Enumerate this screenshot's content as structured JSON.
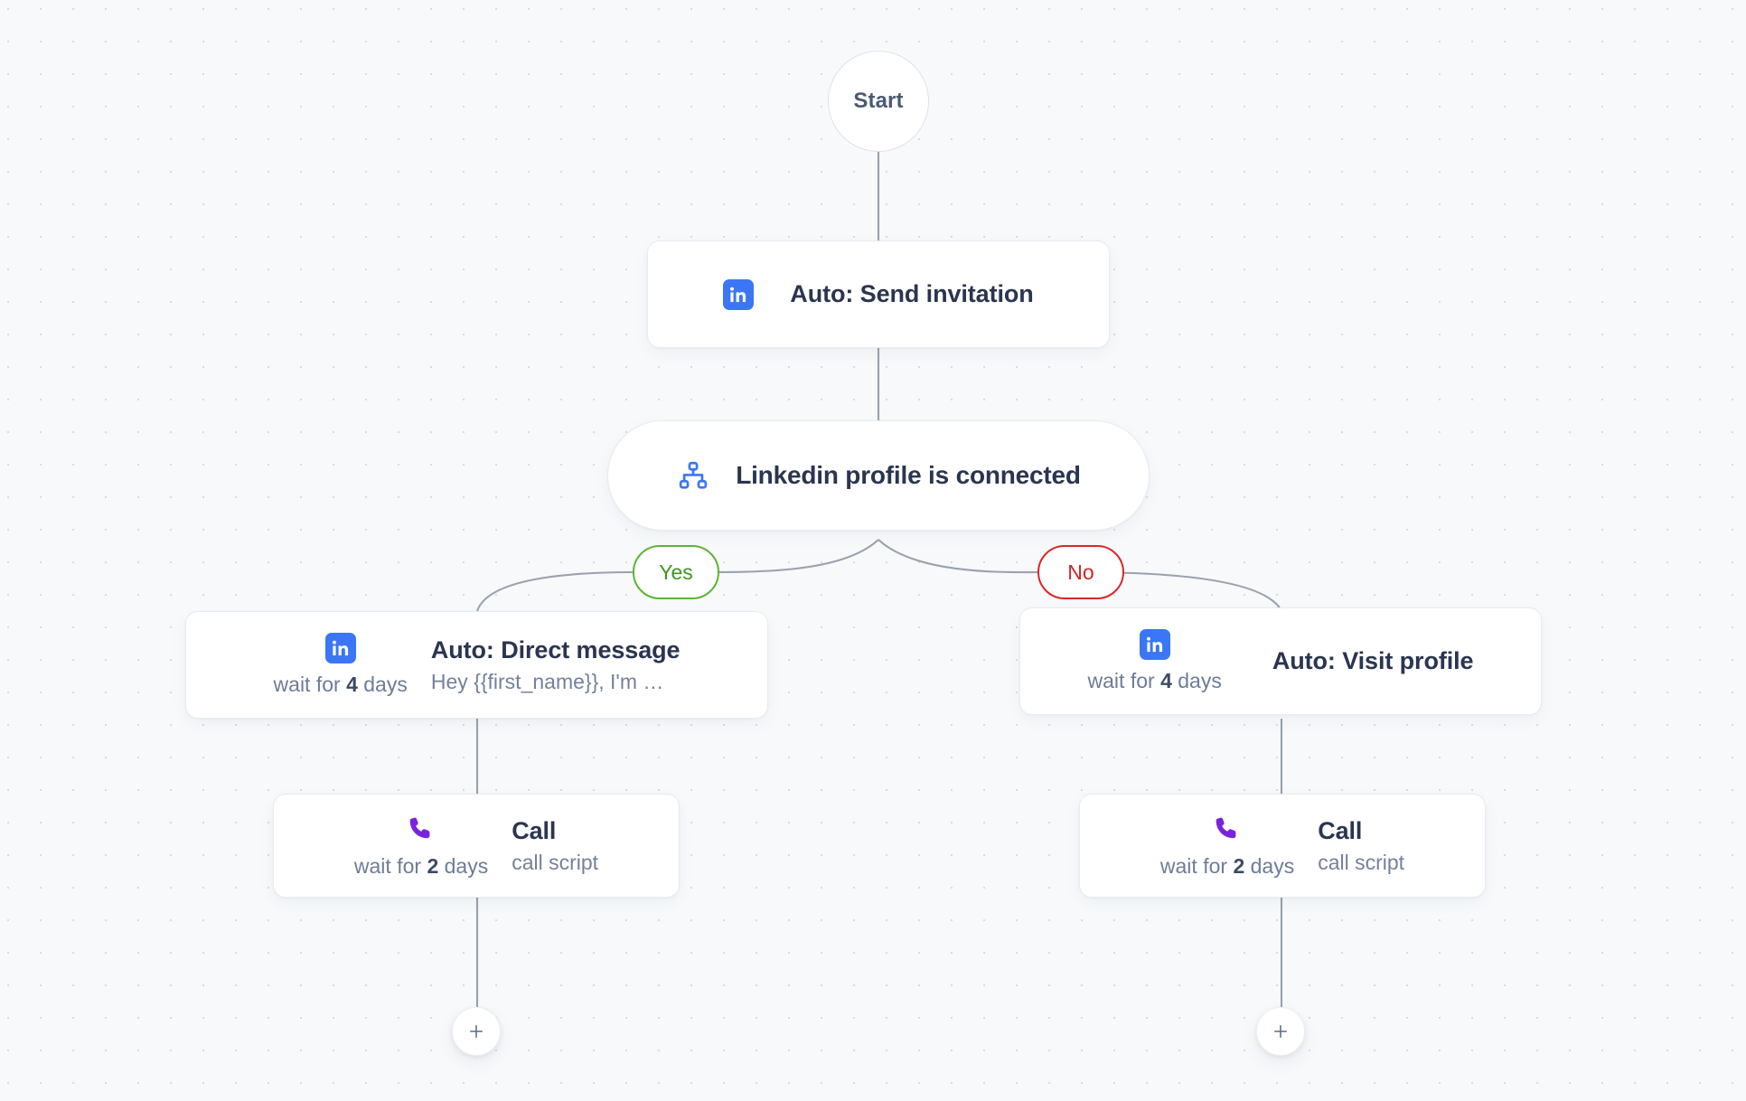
{
  "canvas": {
    "background_color": "#f7f9fb",
    "dot_color": "#d8dbe6"
  },
  "palette": {
    "linkedin_blue": "#3b76f6",
    "condition_blue": "#3b76f6",
    "phone_purple": "#7a22e0",
    "title_navy": "#2a3550",
    "muted_slate": "#74819b",
    "yes_green": "#5cb434",
    "no_red": "#dc2626",
    "edge_gray": "#9aa2ae"
  },
  "flow": {
    "start": {
      "label": "Start",
      "icon": "start-circle"
    },
    "send_invitation": {
      "icon": "linkedin-icon",
      "title": "Auto: Send invitation"
    },
    "condition": {
      "icon": "hierarchy-icon",
      "title": "Linkedin profile is connected",
      "branches": {
        "yes": "Yes",
        "no": "No"
      }
    },
    "direct_message": {
      "icon": "linkedin-icon",
      "wait_prefix": "wait for ",
      "wait_value": "4",
      "wait_suffix": " days",
      "title": "Auto: Direct message",
      "subtitle": "Hey {{first_name}}, I'm …"
    },
    "visit_profile": {
      "icon": "linkedin-icon",
      "wait_prefix": "wait for ",
      "wait_value": "4",
      "wait_suffix": " days",
      "title": "Auto: Visit profile",
      "subtitle": ""
    },
    "call_left": {
      "icon": "phone-icon",
      "wait_prefix": "wait for ",
      "wait_value": "2",
      "wait_suffix": " days",
      "title": "Call",
      "subtitle": "call script"
    },
    "call_right": {
      "icon": "phone-icon",
      "wait_prefix": "wait for ",
      "wait_value": "2",
      "wait_suffix": " days",
      "title": "Call",
      "subtitle": "call script"
    },
    "add_step_left": {
      "icon": "plus-icon",
      "label": "+"
    },
    "add_step_right": {
      "icon": "plus-icon",
      "label": "+"
    }
  }
}
